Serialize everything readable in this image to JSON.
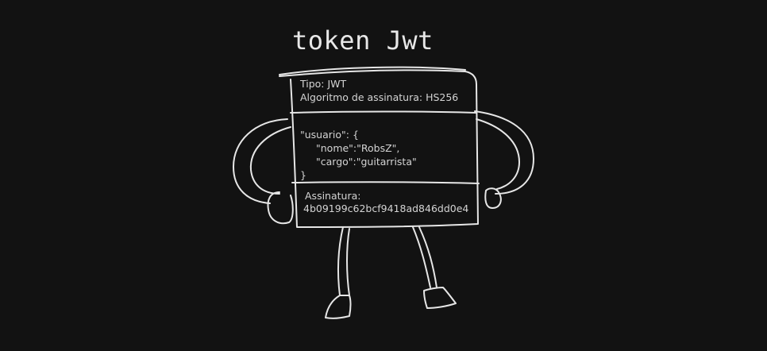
{
  "title": "token Jwt",
  "header": {
    "line1": "Tipo: JWT",
    "line2": "Algoritmo de assinatura: HS256"
  },
  "payload": {
    "open": "\"usuario\": {",
    "nome": "\"nome\":\"RobsZ\",",
    "cargo": "\"cargo\":\"guitarrista\"",
    "close": "}"
  },
  "signature": {
    "label": "Assinatura:",
    "value": "4b09199c62bcf9418ad846dd0e4"
  },
  "colors": {
    "background": "#121212",
    "stroke": "#e6e6e6",
    "text": "#d4d4d4"
  }
}
